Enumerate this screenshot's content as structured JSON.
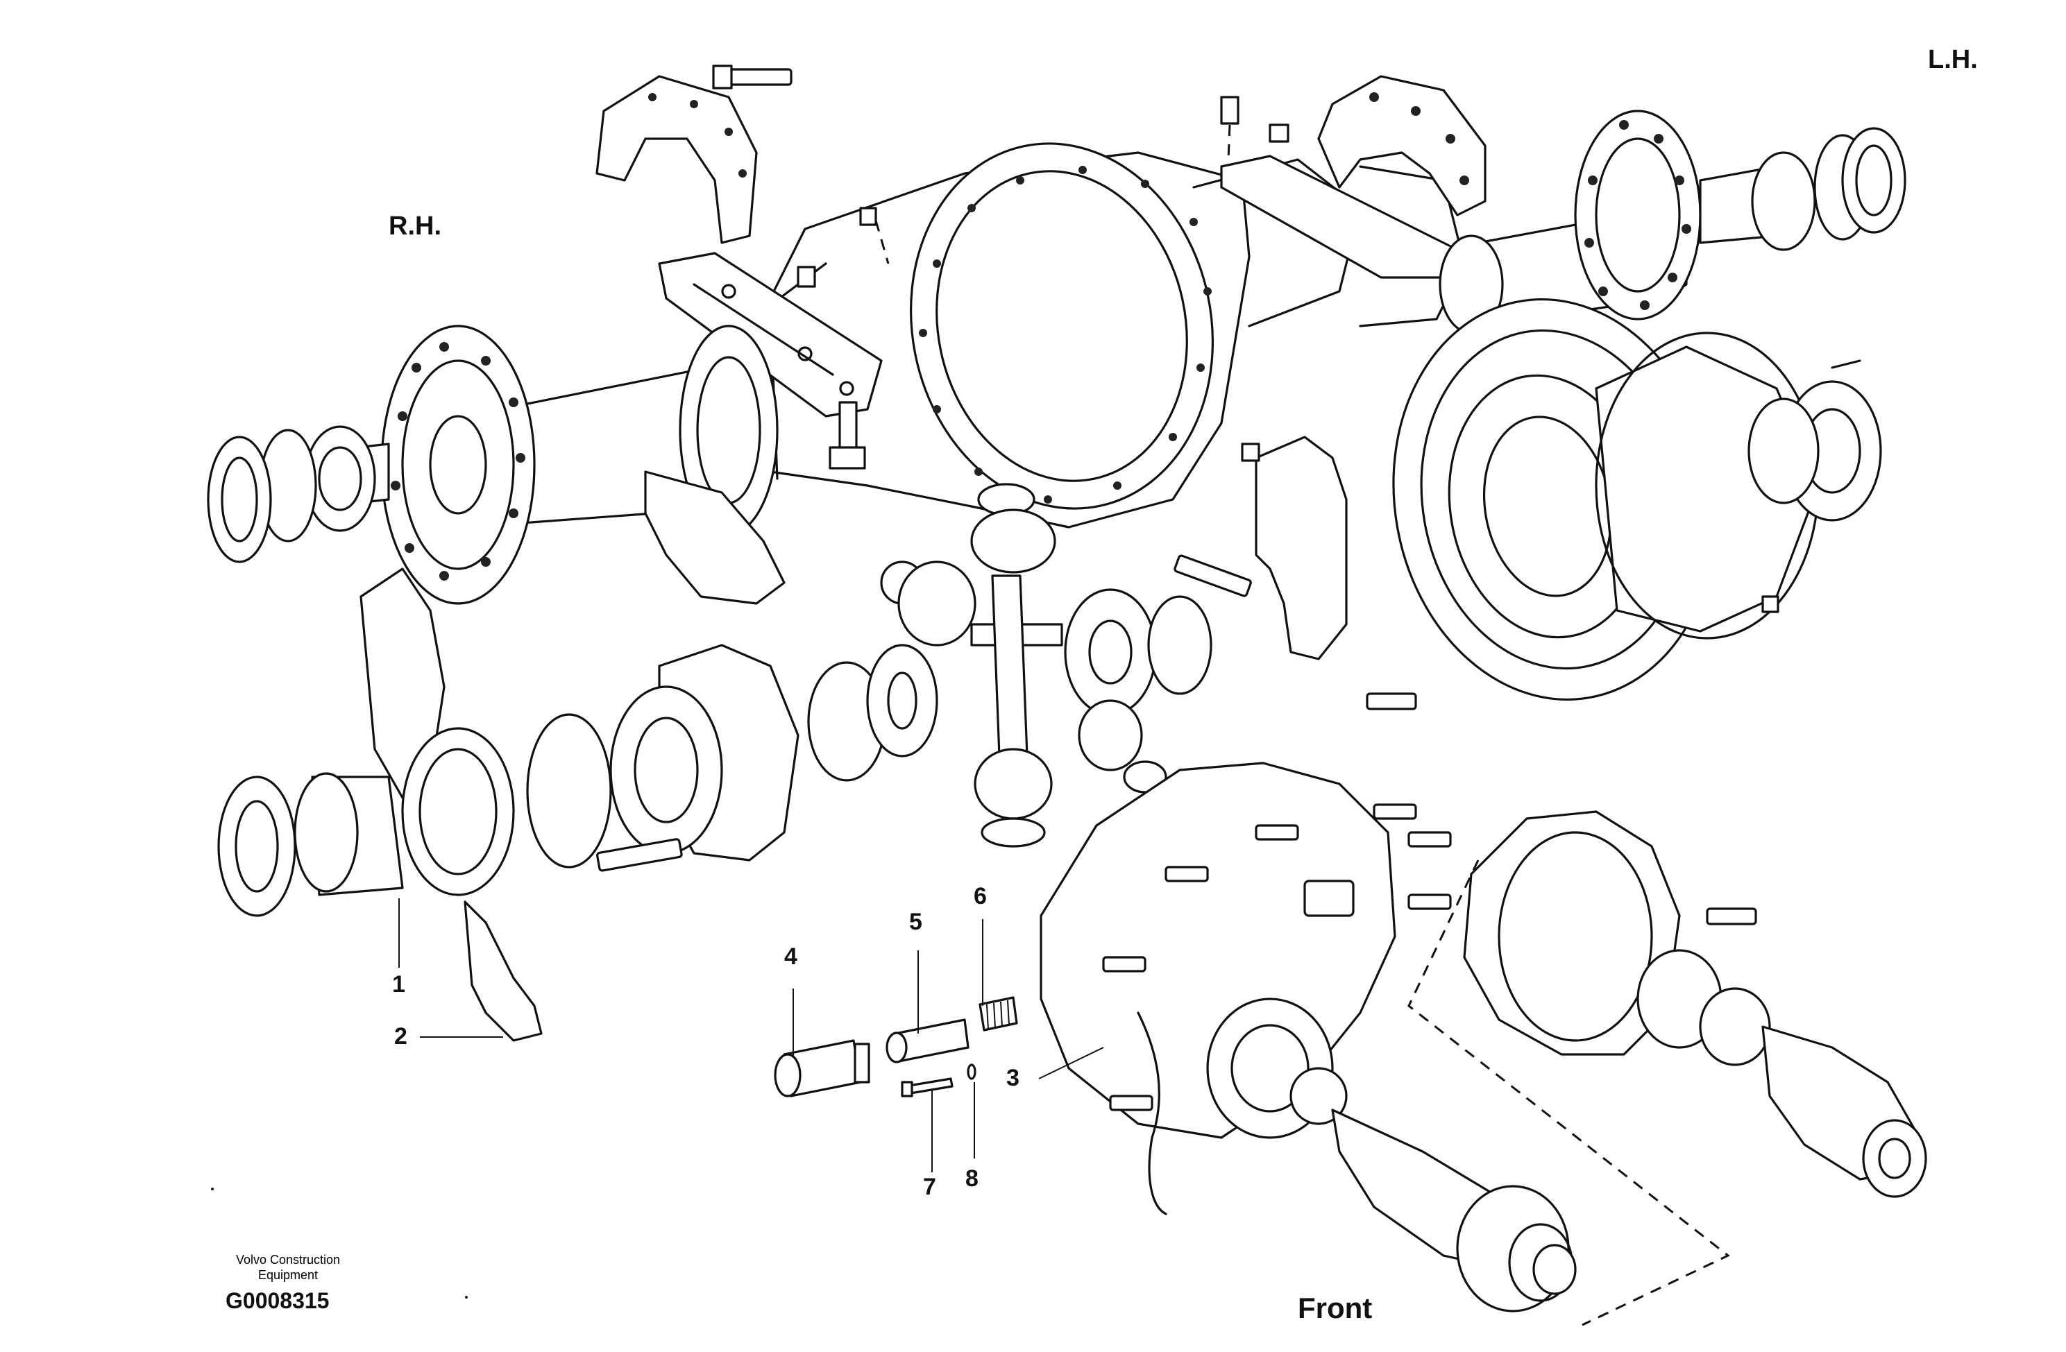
{
  "labels": {
    "rh": "R.H.",
    "lh": "L.H.",
    "front": "Front"
  },
  "callouts": [
    "1",
    "2",
    "3",
    "4",
    "5",
    "6",
    "7",
    "8"
  ],
  "footer": {
    "brand_line1": "Volvo Construction",
    "brand_line2": "Equipment",
    "code": "G0008315"
  }
}
